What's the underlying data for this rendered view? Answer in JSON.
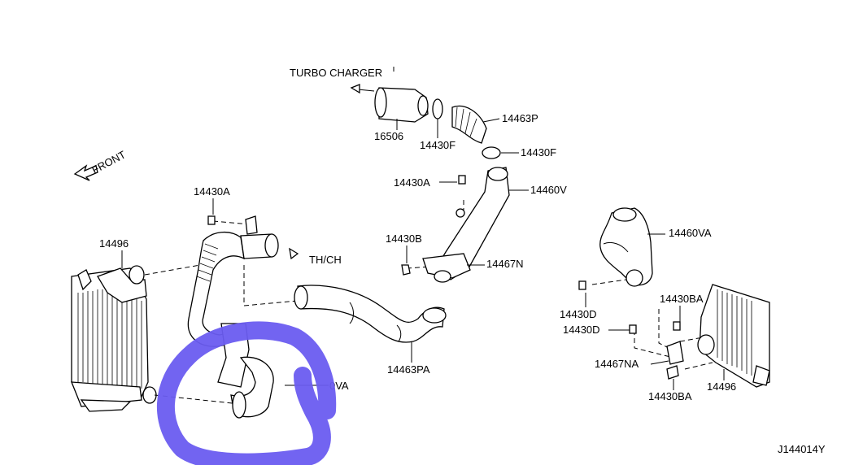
{
  "labels": {
    "turbo_charger": "TURBO CHARGER",
    "front": "FRONT",
    "p16506": "16506",
    "p14430F_a": "14430F",
    "p14463P": "14463P",
    "p14430F_b": "14430F",
    "p14430A_top": "14430A",
    "p14460V": "14460V",
    "p14430A_left": "14430A",
    "p14496_left": "14496",
    "th_ch": "TH/CH",
    "p14430B": "14430B",
    "p14467N": "14467N",
    "p14463PA": "14463PA",
    "p14460VA_partial": "0VA",
    "p14460VA": "14460VA",
    "p14430D_a": "14430D",
    "p14430BA_top": "14430BA",
    "p14430D_b": "14430D",
    "p14467NA": "14467NA",
    "p14430BA_bottom": "14430BA",
    "p14496_right": "14496",
    "diagram_id": "J144014Y"
  },
  "colors": {
    "line": "#000000",
    "background": "#ffffff",
    "marker": "#6a5cf0"
  }
}
